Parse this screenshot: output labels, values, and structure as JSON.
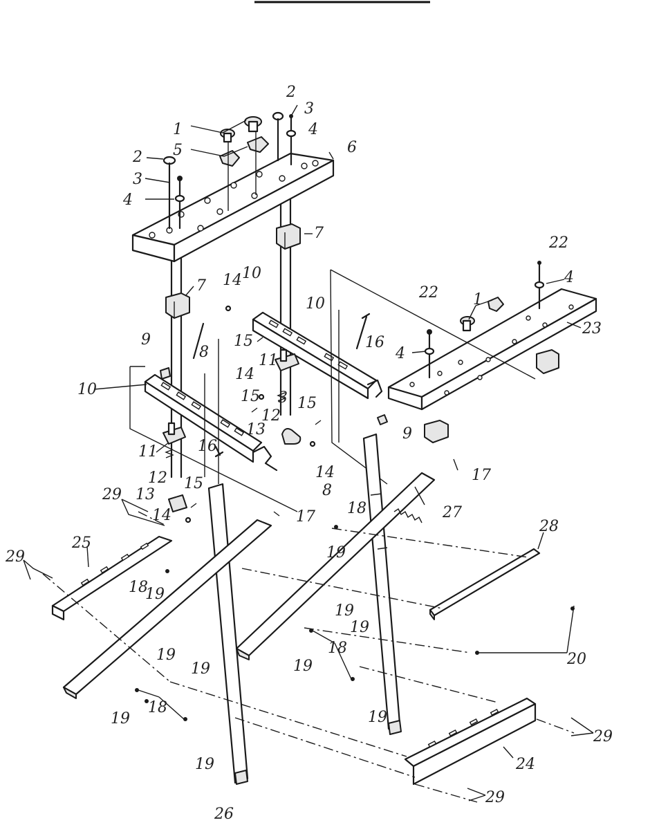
{
  "callouts": [
    {
      "text": "1"
    },
    {
      "text": "2"
    },
    {
      "text": "3"
    },
    {
      "text": "4"
    },
    {
      "text": "5"
    },
    {
      "text": "6"
    },
    {
      "text": "2"
    },
    {
      "text": "3"
    },
    {
      "text": "4"
    },
    {
      "text": "7"
    },
    {
      "text": "7"
    },
    {
      "text": "14"
    },
    {
      "text": "10"
    },
    {
      "text": "10"
    },
    {
      "text": "15"
    },
    {
      "text": "16"
    },
    {
      "text": "9"
    },
    {
      "text": "8"
    },
    {
      "text": "10"
    },
    {
      "text": "11"
    },
    {
      "text": "14"
    },
    {
      "text": "15"
    },
    {
      "text": "3"
    },
    {
      "text": "12"
    },
    {
      "text": "13"
    },
    {
      "text": "15"
    },
    {
      "text": "9"
    },
    {
      "text": "11"
    },
    {
      "text": "16"
    },
    {
      "text": "12"
    },
    {
      "text": "15"
    },
    {
      "text": "14"
    },
    {
      "text": "22"
    },
    {
      "text": "4"
    },
    {
      "text": "1"
    },
    {
      "text": "22"
    },
    {
      "text": "4"
    },
    {
      "text": "23"
    },
    {
      "text": "17"
    },
    {
      "text": "27"
    },
    {
      "text": "8"
    },
    {
      "text": "29"
    },
    {
      "text": "13"
    },
    {
      "text": "14"
    },
    {
      "text": "17"
    },
    {
      "text": "18"
    },
    {
      "text": "25"
    },
    {
      "text": "29"
    },
    {
      "text": "18"
    },
    {
      "text": "19"
    },
    {
      "text": "19"
    },
    {
      "text": "28"
    },
    {
      "text": "19"
    },
    {
      "text": "19"
    },
    {
      "text": "18"
    },
    {
      "text": "19"
    },
    {
      "text": "20"
    },
    {
      "text": "19"
    },
    {
      "text": "19"
    },
    {
      "text": "18"
    },
    {
      "text": "19"
    },
    {
      "text": "19"
    },
    {
      "text": "29"
    },
    {
      "text": "24"
    },
    {
      "text": "19"
    },
    {
      "text": "29"
    },
    {
      "text": "26"
    }
  ]
}
